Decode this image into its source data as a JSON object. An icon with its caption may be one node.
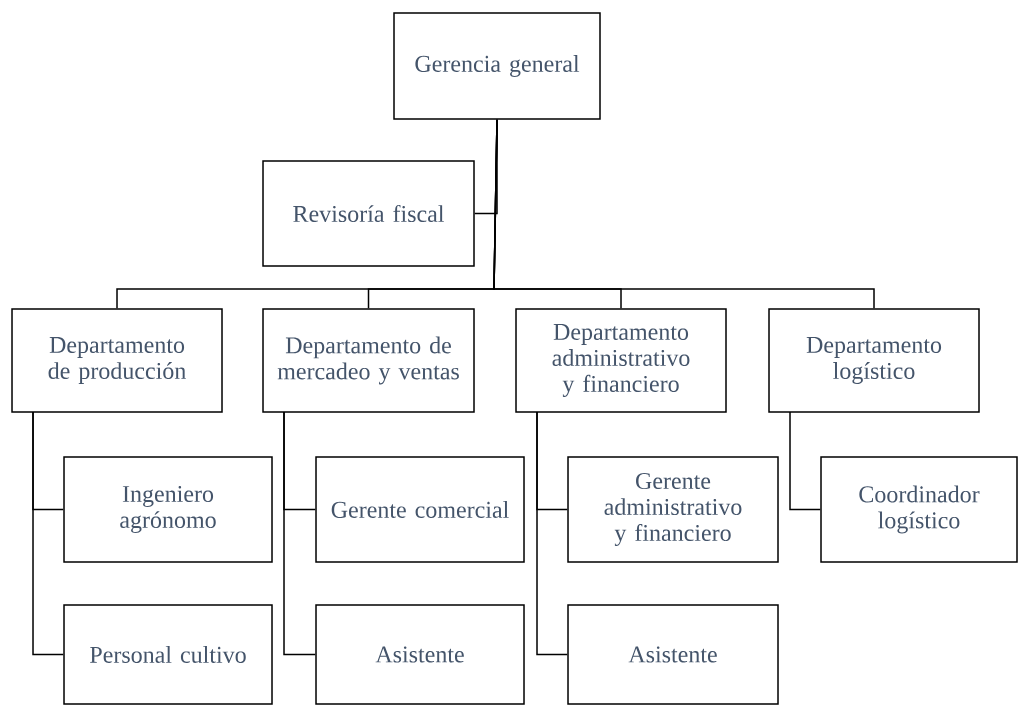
{
  "diagram": {
    "nodes": [
      {
        "text": [
          "Gerencia general"
        ]
      },
      {
        "text": [
          "Revisoría fiscal"
        ]
      },
      {
        "text": [
          "Departamento de producción"
        ]
      },
      {
        "text": [
          "Departamento de mercadeo y ventas"
        ]
      },
      {
        "text": [
          "Departamento administrativo y financiero"
        ]
      },
      {
        "text": [
          "Departamento logístico"
        ]
      },
      {
        "text": [
          "Ingeniero agrónomo"
        ]
      },
      {
        "text": [
          "Personal cultivo"
        ]
      },
      {
        "text": [
          "Gerente comercial"
        ]
      },
      {
        "text": [
          "Asistente"
        ]
      },
      {
        "text": [
          "Gerente administrativo y financiero"
        ]
      },
      {
        "text": [
          "Asistente"
        ]
      },
      {
        "text": [
          "Coordinador logístico"
        ]
      }
    ],
    "edges": [
      {
        "from": 0,
        "to": 1,
        "arrow": "none"
      },
      {
        "from": 0,
        "to": 2,
        "arrow": "none"
      },
      {
        "from": 0,
        "to": 3,
        "arrow": "none"
      },
      {
        "from": 0,
        "to": 4,
        "arrow": "none"
      },
      {
        "from": 0,
        "to": 5,
        "arrow": "none"
      },
      {
        "from": 2,
        "to": 6,
        "arrow": "none"
      },
      {
        "from": 2,
        "to": 7,
        "arrow": "none"
      },
      {
        "from": 3,
        "to": 8,
        "arrow": "none"
      },
      {
        "from": 3,
        "to": 9,
        "arrow": "none"
      },
      {
        "from": 4,
        "to": 10,
        "arrow": "none"
      },
      {
        "from": 4,
        "to": 11,
        "arrow": "none"
      },
      {
        "from": 5,
        "to": 12,
        "arrow": "none"
      }
    ]
  }
}
